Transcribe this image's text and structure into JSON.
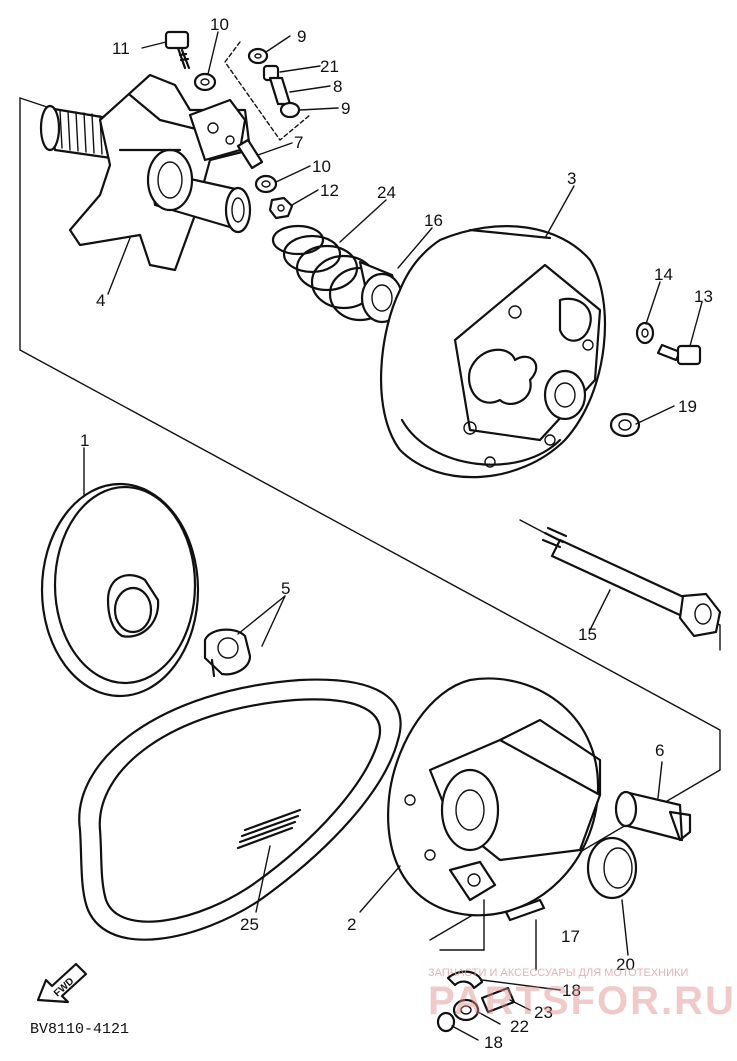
{
  "callouts": [
    {
      "id": "c1",
      "text": "1"
    },
    {
      "id": "c2",
      "text": "2"
    },
    {
      "id": "c3",
      "text": "3"
    },
    {
      "id": "c4",
      "text": "4"
    },
    {
      "id": "c5",
      "text": "5"
    },
    {
      "id": "c6",
      "text": "6"
    },
    {
      "id": "c7",
      "text": "7"
    },
    {
      "id": "c8",
      "text": "8"
    },
    {
      "id": "c9a",
      "text": "9"
    },
    {
      "id": "c9b",
      "text": "9"
    },
    {
      "id": "c10a",
      "text": "10"
    },
    {
      "id": "c10b",
      "text": "10"
    },
    {
      "id": "c11",
      "text": "11"
    },
    {
      "id": "c12",
      "text": "12"
    },
    {
      "id": "c13",
      "text": "13"
    },
    {
      "id": "c14",
      "text": "14"
    },
    {
      "id": "c15",
      "text": "15"
    },
    {
      "id": "c16",
      "text": "16"
    },
    {
      "id": "c17",
      "text": "17"
    },
    {
      "id": "c18a",
      "text": "18"
    },
    {
      "id": "c18b",
      "text": "18"
    },
    {
      "id": "c19",
      "text": "19"
    },
    {
      "id": "c20",
      "text": "20"
    },
    {
      "id": "c21",
      "text": "21"
    },
    {
      "id": "c22",
      "text": "22"
    },
    {
      "id": "c23",
      "text": "23"
    },
    {
      "id": "c24",
      "text": "24"
    },
    {
      "id": "c25",
      "text": "25"
    }
  ],
  "diagram_code": "BV8110-4121",
  "direction_marker": "FWD",
  "watermark": {
    "tagline": "ЗАПЧАСТИ И АКСЕССУАРЫ ДЛЯ МОТОТЕХНИКИ",
    "brand": "PARTSFOR.RU"
  }
}
